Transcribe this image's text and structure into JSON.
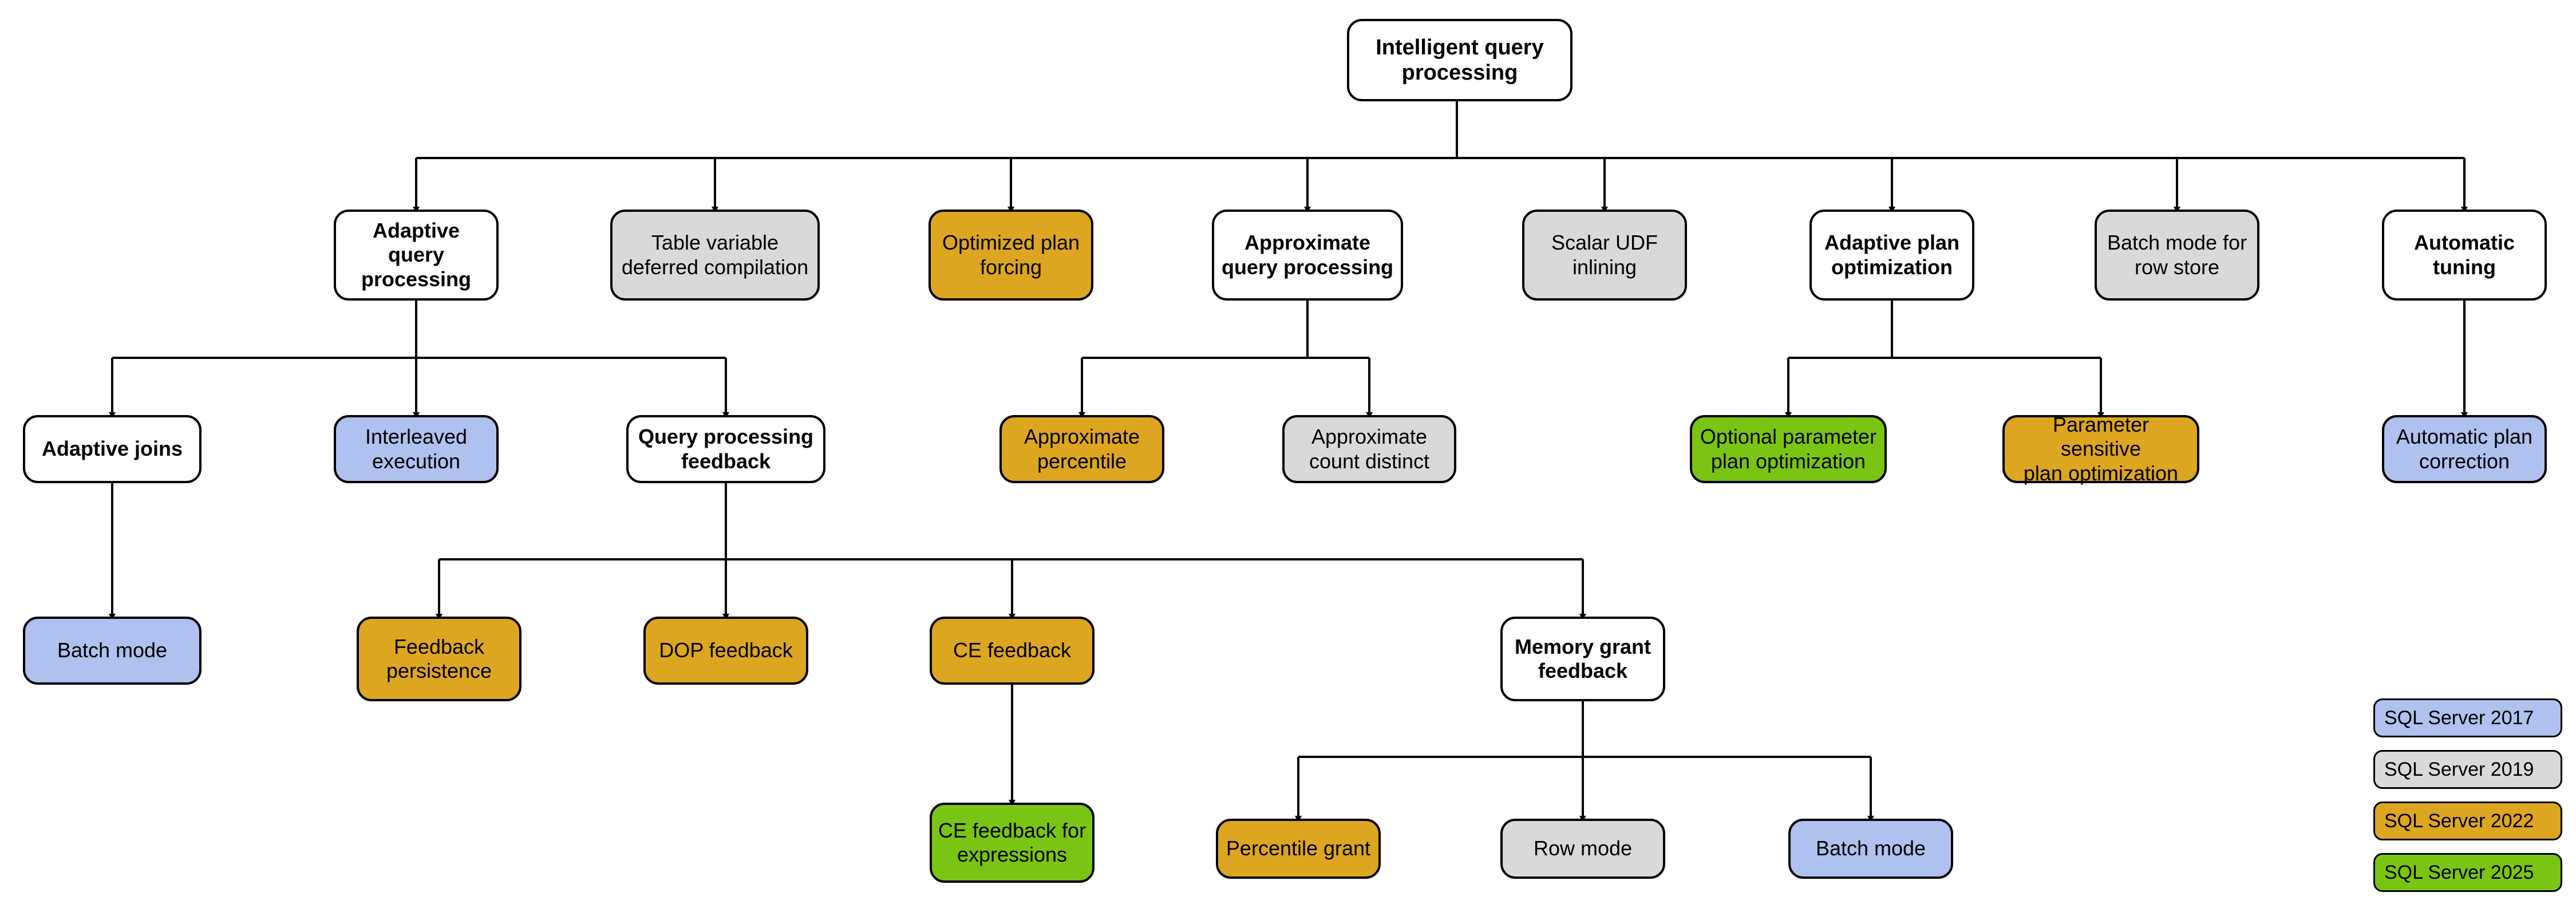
{
  "diagram": {
    "title": "Intelligent query processing",
    "palette": {
      "white": "#ffffff",
      "blue_2017": "#aec1ef",
      "gray_2019": "#d9d9d9",
      "orange_2022": "#dda621",
      "green_2025": "#7ac414",
      "stroke": "#000000"
    },
    "nodes": {
      "root": "Intelligent query processing",
      "adaptive_query_processing": "Adaptive query\nprocessing",
      "table_variable_deferred_compilation": "Table variable\ndeferred compilation",
      "optimized_plan_forcing": "Optimized plan\nforcing",
      "approximate_query_processing": "Approximate\nquery processing",
      "scalar_udf_inlining": "Scalar UDF\ninlining",
      "adaptive_plan_optimization": "Adaptive plan\noptimization",
      "batch_mode_for_row_store": "Batch mode for\nrow store",
      "automatic_tuning": "Automatic\ntuning",
      "adaptive_joins": "Adaptive joins",
      "interleaved_execution": "Interleaved\nexecution",
      "query_processing_feedback": "Query processing\nfeedback",
      "approximate_percentile": "Approximate\npercentile",
      "approximate_count_distinct": "Approximate\ncount distinct",
      "optional_parameter_plan_optimization": "Optional parameter\nplan optimization",
      "parameter_sensitive_plan_optimization": "Parameter sensitive\nplan optimization",
      "automatic_plan_correction": "Automatic plan\ncorrection",
      "batch_mode_adaptive_joins": "Batch mode",
      "feedback_persistence": "Feedback\npersistence",
      "dop_feedback": "DOP feedback",
      "ce_feedback": "CE feedback",
      "memory_grant_feedback": "Memory grant\nfeedback",
      "ce_feedback_for_expressions": "CE feedback for\nexpressions",
      "percentile_grant": "Percentile grant",
      "row_mode": "Row mode",
      "batch_mode_memory_grant": "Batch mode"
    },
    "legend": [
      {
        "label": "SQL Server 2017",
        "color": "#aec1ef"
      },
      {
        "label": "SQL Server 2019",
        "color": "#d9d9d9"
      },
      {
        "label": "SQL Server 2022",
        "color": "#dda621"
      },
      {
        "label": "SQL Server 2025",
        "color": "#7ac414"
      }
    ]
  }
}
